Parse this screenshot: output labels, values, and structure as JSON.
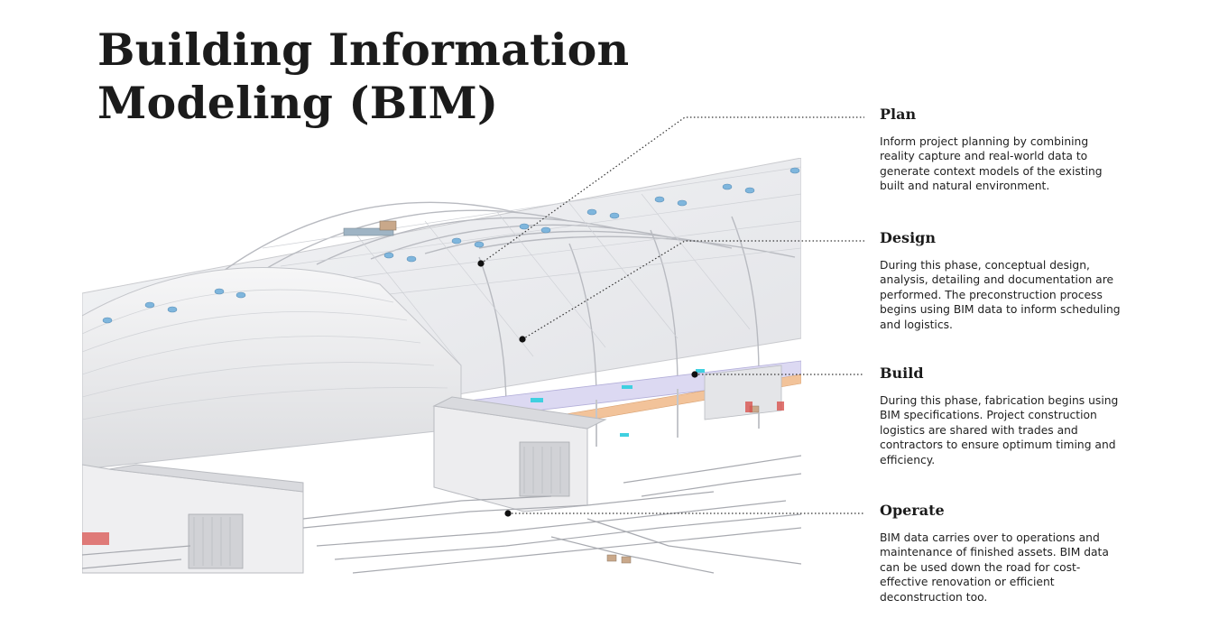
{
  "title": {
    "line1": "Building Information",
    "line2": "Modeling (BIM)"
  },
  "illustration": {
    "icon": "bim-3d-building-model"
  },
  "phases": [
    {
      "name": "Plan",
      "description": "Inform project planning by combining reality capture and real-world data to generate context models of the existing built and natural environment."
    },
    {
      "name": "Design",
      "description": "During this phase, conceptual design, analysis, detailing and documentation are performed. The preconstruction process begins using BIM data to inform scheduling and logistics."
    },
    {
      "name": "Build",
      "description": "During this phase, fabrication begins using BIM specifications. Project construction logistics are shared with trades and contractors to ensure optimum timing and efficiency."
    },
    {
      "name": "Operate",
      "description": "BIM data carries over to operations and maintenance of finished assets. BIM data can be used down the road for cost-effective renovation or efficient deconstruction too."
    }
  ],
  "colors": {
    "text": "#1b1b1b",
    "leader": "#333333",
    "accent_blue": "#7fb6dd",
    "accent_orange": "#f2c39a",
    "accent_red": "#d9534f",
    "accent_cyan": "#3fd0e0"
  }
}
